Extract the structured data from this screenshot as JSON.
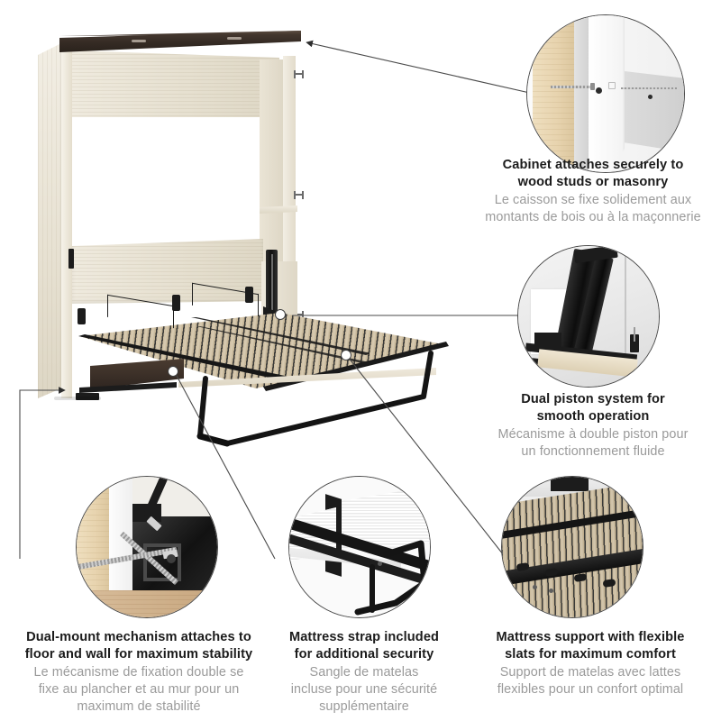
{
  "page": {
    "title": "Murphy bed feature infographic",
    "background_color": "#ffffff"
  },
  "colors": {
    "heading_text": "#1b1b1b",
    "subtext": "#9a9a9a",
    "line": "#4a4a4a",
    "cabinet_wood": "#e8e2d3",
    "cabinet_top_espresso": "#352b24",
    "hardware_black": "#1c1c1c",
    "slat_wood": "#cdbda0"
  },
  "product": {
    "name": "wall-bed-cabinet",
    "description": "Queen Murphy wall bed shown open with slat platform and folding leg",
    "parts": [
      "cabinet",
      "espresso-top",
      "headboard-panel",
      "slat-deck",
      "dual-piston",
      "folding-leg",
      "mounting-bracket"
    ]
  },
  "callouts": [
    {
      "id": "wall-mount",
      "circle_name": "callout-circle-wall-mount",
      "caption_name": "caption-wall-mount",
      "en": "Cabinet attaches securely to<br>wood studs or masonry",
      "en_plain": "Cabinet attaches securely to wood studs or masonry",
      "fr": "Le caisson se fixe solidement aux<br>montants de bois ou à la maçonnerie",
      "fr_plain": "Le caisson se fixe solidement aux montants de bois ou à la maçonnerie",
      "image_alt": "screw through white bracket into wood stud behind drywall"
    },
    {
      "id": "dual-piston",
      "circle_name": "callout-circle-dual-piston",
      "caption_name": "caption-dual-piston",
      "en": "Dual piston system for<br>smooth operation",
      "en_plain": "Dual piston system for smooth operation",
      "fr": "Mécanisme à double piston pour<br>un fonctionnement fluide",
      "fr_plain": "Mécanisme à double piston pour un fonctionnement fluide",
      "image_alt": "black gas piston mechanism mounted inside cabinet"
    },
    {
      "id": "dual-mount",
      "circle_name": "callout-circle-dual-mount",
      "caption_name": "caption-dual-mount",
      "en": "Dual-mount mechanism attaches to<br>floor and wall for maximum stability",
      "en_plain": "Dual-mount mechanism attaches to floor and wall for maximum stability",
      "fr": "Le mécanisme de fixation double se<br>fixe au plancher et au mur pour un<br>maximum de stabilité",
      "fr_plain": "Le mécanisme de fixation double se fixe au plancher et au mur pour un maximum de stabilité",
      "image_alt": "two long screws anchoring black bracket to floor and wall"
    },
    {
      "id": "mattress-strap",
      "circle_name": "callout-circle-mattress-strap",
      "caption_name": "caption-mattress-strap",
      "en": "Mattress strap included<br>for additional security",
      "en_plain": "Mattress strap included for additional security",
      "fr": "Sangle de matelas<br>incluse pour une sécurité<br>supplémentaire",
      "fr_plain": "Sangle de matelas incluse pour une sécurité supplémentaire",
      "image_alt": "white mattress with black strap on metal bed frame"
    },
    {
      "id": "slat-support",
      "circle_name": "callout-circle-slat-support",
      "caption_name": "caption-slat-support",
      "en": "Mattress support with flexible<br>slats for maximum comfort",
      "en_plain": "Mattress support with flexible slats for maximum comfort",
      "fr": "Support de matelas avec lattes<br>flexibles pour un confort optimal",
      "fr_plain": "Support de matelas avec lattes flexibles pour un confort optimal",
      "image_alt": "close-up of light wood flexible slats on black steel frame"
    }
  ]
}
